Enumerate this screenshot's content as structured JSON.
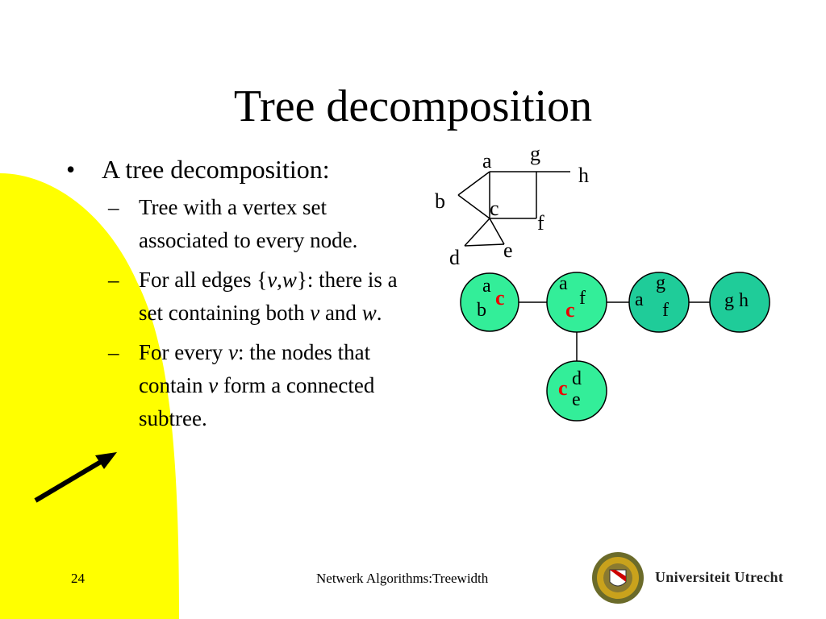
{
  "slide": {
    "title": "Tree decomposition",
    "bullet": "A tree decomposition:",
    "sub1": "Tree with a vertex set associated to every node.",
    "sub2": {
      "prefix": "For all edges {",
      "v": "v",
      "comma": ",",
      "w": "w",
      "suffix": "}: there is a set containing both ",
      "v2": "v",
      "and": " and ",
      "w2": "w",
      "end": "."
    },
    "sub3": {
      "prefix": "For every ",
      "v": "v",
      "mid": ": the nodes that contain ",
      "v2": "v",
      "suffix": " form a connected subtree."
    },
    "page_number": "24",
    "footer": "Netwerk Algorithms:Treewidth",
    "university": "Universiteit Utrecht"
  },
  "graph": {
    "labels": {
      "a": "a",
      "g": "g",
      "h": "h",
      "b": "b",
      "c": "c",
      "f": "f",
      "d": "d",
      "e": "e"
    }
  },
  "tree": {
    "node1": {
      "a": "a",
      "c": "c",
      "b": "b"
    },
    "node2": {
      "a": "a",
      "f": "f",
      "c": "c"
    },
    "node3": {
      "a": "a",
      "g": "g",
      "f": "f"
    },
    "node4": {
      "text": "g h"
    },
    "node5": {
      "c": "c",
      "d": "d",
      "e": "e"
    }
  },
  "colors": {
    "yellow": "#ffff00",
    "node_green": "#33ee99",
    "node_teal": "#1fcc99",
    "highlight_red": "#ee0000"
  }
}
